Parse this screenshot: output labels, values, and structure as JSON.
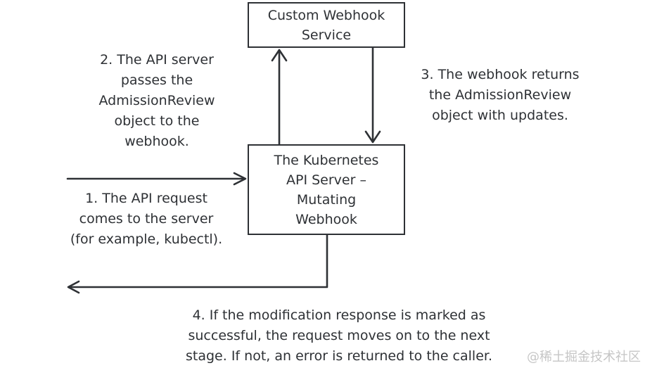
{
  "diagram": {
    "title_hint": "Kubernetes mutating admission webhook flow",
    "colors": {
      "ink": "#2e3135",
      "background": "#ffffff",
      "watermark": "#c6c6c6"
    },
    "boxes": {
      "custom_webhook": {
        "lines": [
          "Custom Webhook",
          "Service"
        ]
      },
      "k8s_api_server": {
        "lines": [
          "The Kubernetes",
          "API Server –",
          "Mutating",
          "Webhook"
        ]
      }
    },
    "annotations": {
      "step2": {
        "lines": [
          "2. The API server",
          "passes the",
          "AdmissionReview",
          "object to the",
          "webhook."
        ]
      },
      "step3": {
        "lines": [
          "3. The webhook returns",
          "the AdmissionReview",
          "object with updates."
        ]
      },
      "step1": {
        "lines": [
          "1. The API request",
          "comes to the server",
          "(for example, kubectl)."
        ]
      },
      "step4": {
        "lines": [
          "4. If the modification response is marked as",
          "successful, the request moves on to the next",
          "stage. If not, an error is returned to the caller."
        ]
      }
    },
    "arrows": [
      {
        "name": "arrow-api-request",
        "direction": "right",
        "meaning": "request enters API server"
      },
      {
        "name": "arrow-apiserver-to-webhook",
        "direction": "up",
        "meaning": "AdmissionReview sent to webhook"
      },
      {
        "name": "arrow-webhook-to-apiserver",
        "direction": "down",
        "meaning": "AdmissionReview returned with updates"
      },
      {
        "name": "arrow-response-to-caller",
        "direction": "down-left",
        "meaning": "response returned to caller"
      }
    ]
  },
  "watermark": {
    "text": "@稀土掘金技术社区"
  }
}
